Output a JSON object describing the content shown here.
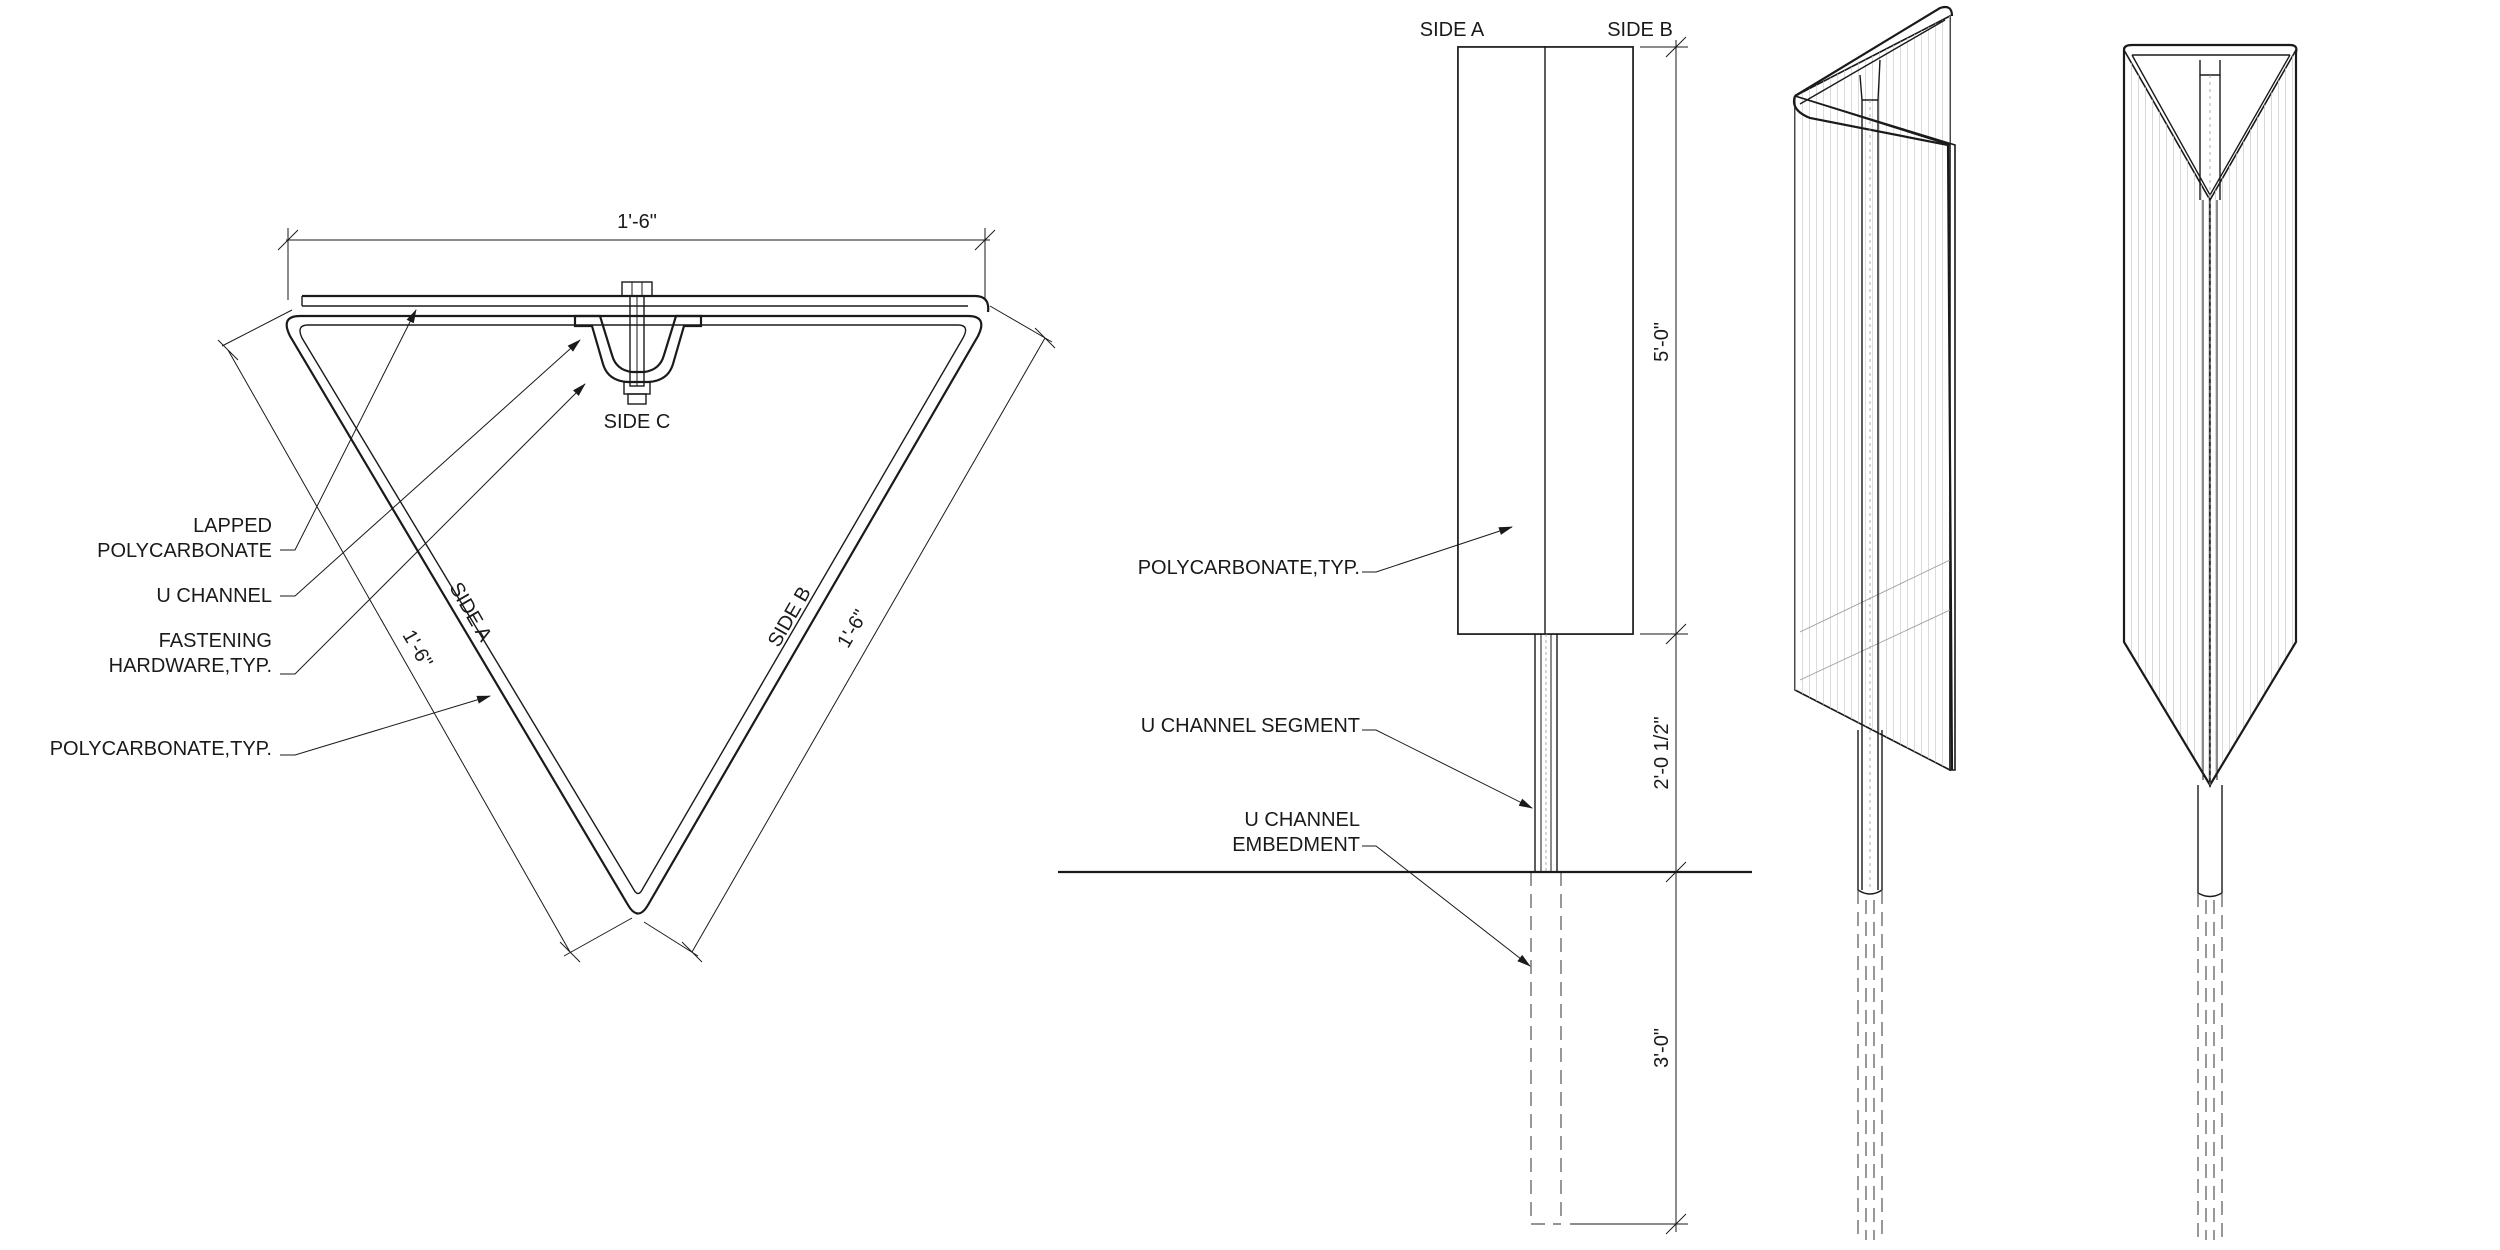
{
  "plan_view": {
    "dim_top": "1'-6\"",
    "dim_left": "1'-6\"",
    "dim_right": "1'-6\"",
    "side_a_label": "SIDE A",
    "side_b_label": "SIDE B",
    "side_c_label": "SIDE C",
    "callouts": {
      "lapped_line1": "LAPPED",
      "lapped_line2": "POLYCARBONATE",
      "u_channel": "U CHANNEL",
      "fastening_line1": "FASTENING",
      "fastening_line2": "HARDWARE,TYP.",
      "polycarbonate": "POLYCARBONATE,TYP."
    }
  },
  "elevation_view": {
    "side_a_label": "SIDE A",
    "side_b_label": "SIDE B",
    "dim_panel_height": "5'-0\"",
    "dim_segment": "2'-0 1/2\"",
    "dim_embedment": "3'-0\"",
    "callouts": {
      "polycarbonate": "POLYCARBONATE,TYP.",
      "u_channel_segment": "U CHANNEL SEGMENT",
      "embedment_line1": "U CHANNEL",
      "embedment_line2": "EMBEDMENT"
    }
  },
  "isometric_views": {
    "count": 2
  },
  "colors": {
    "linework": "#1a1a1a",
    "background": "#ffffff"
  }
}
